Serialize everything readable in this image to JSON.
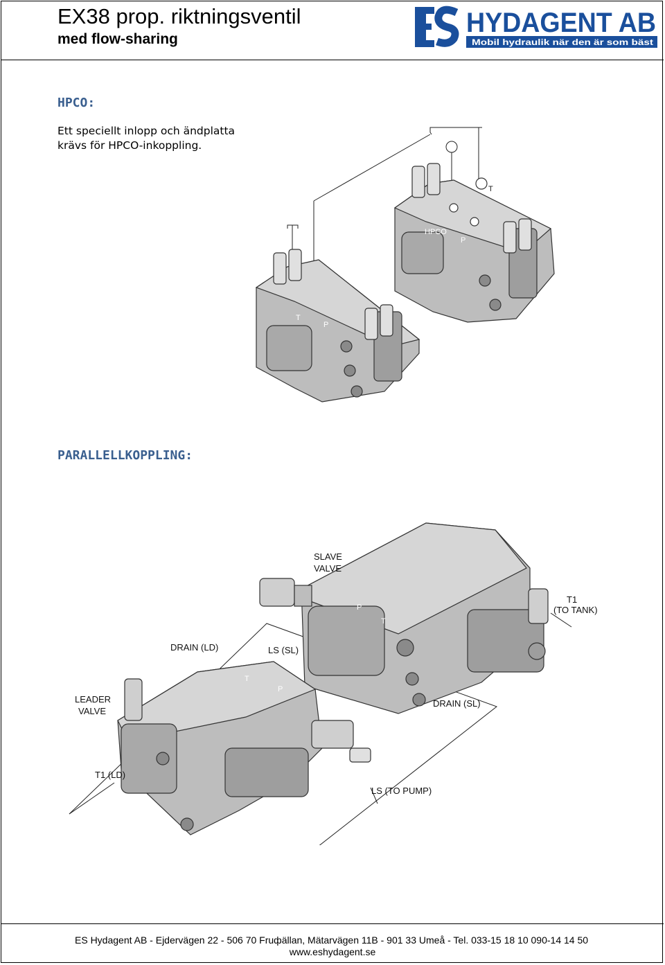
{
  "header": {
    "title": "EX38 prop. riktningsventil",
    "subtitle": "med flow-sharing"
  },
  "logo": {
    "mark": "ES",
    "name": "HYDAGENT AB",
    "tagline": "Mobil hydraulik när den är som bäst",
    "color": "#1a4f9c"
  },
  "hpco": {
    "heading": "HPCO:",
    "lines": [
      "Ett speciellt inlopp och ändplatta",
      "krävs för HPCO-inkoppling."
    ],
    "figure_labels": {
      "hpco": "HPCO",
      "p1": "P",
      "t1": "T",
      "p2": "P",
      "t2": "T"
    }
  },
  "parallel": {
    "heading": "PARALLELLKOPPLING:",
    "figure_labels": {
      "slave_valve_1": "SLAVE",
      "slave_valve_2": "VALVE",
      "t1_tank_1": "T1",
      "t1_tank_2": "(TO TANK)",
      "drain_ld": "DRAIN (LD)",
      "ls_sl": "LS (SL)",
      "leader_valve_1": "LEADER",
      "leader_valve_2": "VALVE",
      "drain_sl": "DRAIN (SL)",
      "t1_ld": "T1 (LD)",
      "ls_pump": "LS (TO PUMP)",
      "p_slave": "P",
      "t_slave": "T",
      "t_leader": "T",
      "p_leader": "P"
    }
  },
  "footer": {
    "address": "ES Hydagent AB - Ejdervägen 22 - 506 70 Fruфällan, Mätarvägen 11B - 901 33 Umeå - Tel. 033-15 18 10   090-14 14 50",
    "website": "www.eshydagent.se"
  },
  "colors": {
    "heading": "#3a5f8f",
    "valve_body": "#bdbdbd",
    "valve_dark": "#8a8a8a"
  }
}
